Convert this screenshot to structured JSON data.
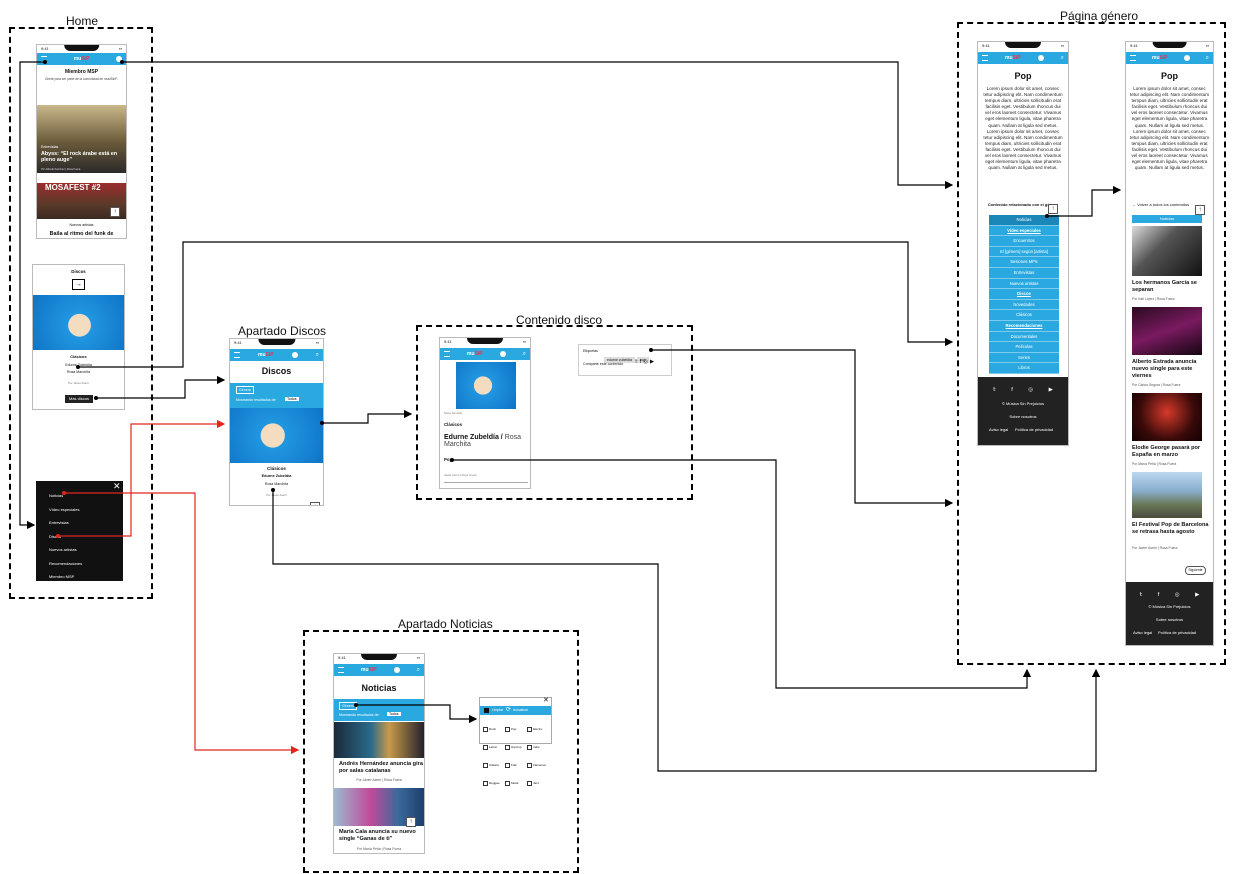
{
  "regions": {
    "home": "Home",
    "genero": "Página género",
    "discos": "Apartado Discos",
    "disco": "Contenido disco",
    "noticias": "Apartado Noticias"
  },
  "app": {
    "status_time": "9:41",
    "logo_prefix": "mu",
    "logo_mid": "Si",
    "logo_end": "P"
  },
  "home": {
    "member_title": "Miembro MSP",
    "member_text": "Únete para ser parte de la comunidad de musiSinP.",
    "interview_tag": "Entrevistas",
    "interview_title": "Abyss: “El rock árabe está en pleno auge”",
    "interview_by": "Por Alfredo Sánchez | Rosa Fuera",
    "artists_tag": "Nuevos artistas",
    "artists_title": "Baila al ritmo del funk de",
    "poster_text": "MOSAFEST #2",
    "discos_title": "Discos",
    "discos_sub": "Clásicos",
    "discos_artist": "Edurne Zubeldía",
    "discos_artist2": "Rosa Marchita",
    "discos_by": "Por Javier Aserri",
    "more_button": "Más discos",
    "menu": [
      "Noticias",
      "Vídeo especiales",
      "Entrevistas",
      "Discos",
      "Nuevos artistas",
      "Recomendaciones",
      "Miembro MSP"
    ]
  },
  "discos": {
    "title": "Discos",
    "filter": "Género",
    "results_prefix": "Mostrando resultados de:",
    "results_value": "Todos",
    "sub": "Clásicos",
    "artist": "Edurne Zubeldía",
    "artist2": "Rosa Marchita",
    "by": "Por Javier Aserri"
  },
  "disco": {
    "caption": "Disco Sumario",
    "sub": "Clásicos",
    "title_main": "Edurne Zubeldía /",
    "title_rest": "Rosa Marchita",
    "genre": "Pop",
    "author": "Javier Aserri | Pepe Crosú",
    "tags_label": "Etiquetas",
    "tags": [
      "edurne zubeldia",
      "pop"
    ],
    "share_label": "Comparte este contenido"
  },
  "genero": {
    "title": "Pop",
    "lorem": "Lorem ipsum dolor sit amet, consec tetur adipiscing elit. Nam condimentum tempus diam, ultricies sollicitudin erat facilisis eget. Vestibulum rhoncus dui vel eros laoreet consectetur. Vivamus eget elementum ligula, vitae pharetra quam. Nullam at ligula sed metus. Lorem ipsum dolor sit amet, consec tetur adipiscing elit. Nam condimentum tempus diam, ultricies sollicitudin erat facilisis eget. Vestibulum rhoncus dui vel eros laoreet consectetur. Vivamus eget elementum ligula, vitae pharetra quam. Nullam at ligula sed metus.",
    "lorem2": "Lorem ipsum dolor sit amet, consec tetur adipiscing elit. Nam condimentum tempus diam, ultricies sollicitudin erat facilisis eget. Vestibulum rhoncus dui vel eros laoreet consectetur. Vivamus eget elementum ligula, vitae pharetra quam. Nullam at ligula sed metus. Lorem ipsum dolor sit amet, consec tetur adipiscing elit. Nam condimentum tempus diam, ultricies sollicitudin erat facilisis eget. Vestibulum rhoncus dui vel eros laoreet consectetur. Vivamus eget elementum ligula, vitae pharetra quam. Nullam at ligula sed metus.",
    "related": "Contenido relacionado con el género",
    "menu": [
      "Noticias",
      "Vídeo especiales",
      "Encuentros",
      "El [género] según [artista]",
      "Sesiones MPS",
      "Entrevistas",
      "Nuevos artistas",
      "Discos",
      "Novedades",
      "Clásicos",
      "Recomendaciones",
      "Documentales",
      "Películas",
      "Series",
      "Libros"
    ],
    "footer": {
      "copy": "© Música Sin Prejuicios",
      "about": "Sobre nosotros",
      "legal": "Aviso legal",
      "privacy": "Política de privacidad"
    },
    "back": "Volver a todos los contenidos",
    "news_tab": "Noticias",
    "news": [
      {
        "title": "Los hermanos García se separan",
        "by": "Por Irati López | Rosa Fuera"
      },
      {
        "title": "Alberto Estrada anuncia nuevo single para este viernes",
        "by": "Por Carlos Segura | Rosa Fuera"
      },
      {
        "title": "Elodie George pasará por España en marzo",
        "by": "Por María Peña | Rosa Fuera"
      },
      {
        "title": "El Festival Pop de Barcelona se retrasa hasta agosto",
        "by": "Por Javier Aserri | Rosa Fuera"
      }
    ],
    "next": "Siguiente"
  },
  "noticias": {
    "title": "Noticias",
    "filter": "Género",
    "results_prefix": "Mostrando resultados de:",
    "results_value": "Todos",
    "news": [
      {
        "title": "Andrés Hernández anuncia gira por salas catalanas",
        "by": "Por Javier Aserri | Rosa Fuera"
      },
      {
        "title": "María Cala anuncia su nuevo single “Ganas de ti”",
        "by": "Por María Peña | Rosa Fuera"
      }
    ],
    "filter_panel": {
      "clear": "Limpiar",
      "apply": "Actualizar",
      "options": [
        "Rock",
        "Pop",
        "Electro",
        "Latino",
        "Hip-hop",
        "Indie",
        "Clásica",
        "Folk",
        "Flamenco",
        "Reggae",
        "Metal",
        "Jazz"
      ]
    }
  },
  "colors": {
    "accent": "#29a9e0",
    "link_black": "#000000",
    "link_red": "#e0261f"
  }
}
